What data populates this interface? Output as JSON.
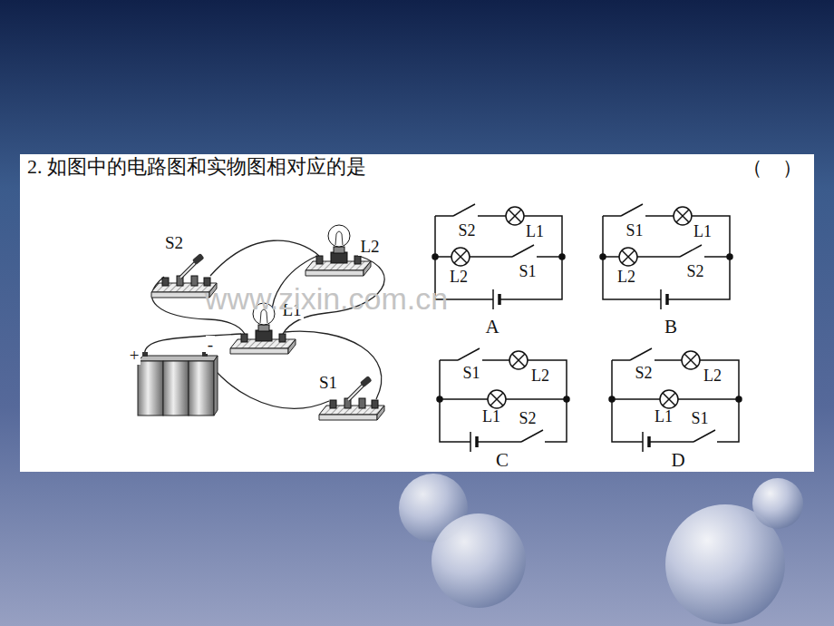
{
  "diagram": {
    "title": "2. 如图中的电路图和实物图相对应的是",
    "labels": [
      "S2",
      "L2",
      "L1",
      "+",
      "-",
      "S1",
      "S2",
      "L1",
      "L2",
      "S1",
      "A",
      "S1",
      "L1",
      "L2",
      "S2",
      "B",
      "S1",
      "L2",
      "L1",
      "S2",
      "C",
      "S2",
      "L2",
      "L1",
      "S1",
      "D",
      "（　）",
      "www.zixin.com.cn"
    ]
  }
}
